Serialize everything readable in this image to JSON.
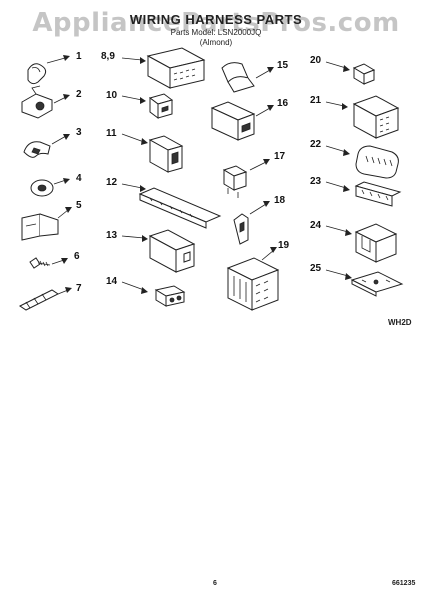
{
  "header": {
    "title": "WIRING HARNESS PARTS",
    "subtitle_line1": "Parts Model: LSN2000JQ",
    "subtitle_line2": "(Almond)",
    "watermark": "AppliancePartsPros.com"
  },
  "part_numbers": {
    "p1": "1",
    "p2": "2",
    "p3": "3",
    "p4": "4",
    "p5": "5",
    "p6": "6",
    "p7": "7",
    "p8_9": "8,9",
    "p10": "10",
    "p11": "11",
    "p12": "12",
    "p13": "13",
    "p14": "14",
    "p15": "15",
    "p16": "16",
    "p17": "17",
    "p18": "18",
    "p19": "19",
    "p20": "20",
    "p21": "21",
    "p22": "22",
    "p23": "23",
    "p24": "24",
    "p25": "25"
  },
  "figure_code": "WH2D",
  "footer": {
    "page_number": "6",
    "doc_number": "661235"
  },
  "colors": {
    "line": "#222222",
    "watermark": "#969696"
  }
}
